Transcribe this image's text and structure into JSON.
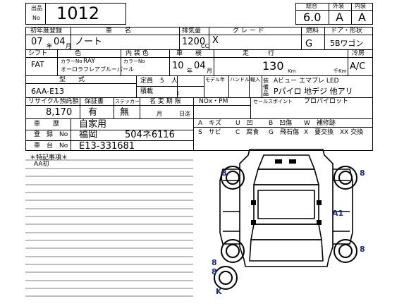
{
  "lot": {
    "label_top": "出品",
    "label_bottom": "No",
    "number": "1012"
  },
  "score": {
    "total_label": "総合",
    "total": "6.0",
    "ext_label": "外装",
    "ext": "A",
    "int_label": "内装",
    "int": "A"
  },
  "reg": {
    "label": "初年度登録",
    "year": "07",
    "month": "04",
    "year_unit": "年",
    "month_unit": "月"
  },
  "car_name": {
    "label": "車　　名",
    "value": "ノート"
  },
  "displacement": {
    "label": "排気量",
    "value": "1200",
    "unit": "CC"
  },
  "grade": {
    "label": "グ レ ー ド",
    "value": "X"
  },
  "fuel": {
    "label": "燃料",
    "value": "G"
  },
  "door_shape": {
    "label": "ドア・形状",
    "value": "5Bワゴン"
  },
  "shift": {
    "label": "シフト",
    "value": "FAT"
  },
  "color": {
    "label": "色",
    "no_label": "カラーNo",
    "no_value": "RAY",
    "name": "オーロラフレアブルーパール"
  },
  "interior_color": {
    "label": "内 装 色",
    "no_label": "カラーNo"
  },
  "inspection": {
    "label": "車　　検",
    "year": "10",
    "month": "04",
    "year_unit": "年",
    "month_unit": "月"
  },
  "mileage": {
    "label": "走　　　行",
    "value": "130",
    "unit1": "Km",
    "unit2": "千Km"
  },
  "ac": {
    "label": "冷房",
    "value": "A/C"
  },
  "model": {
    "label": "型　　式",
    "value": "6AA-E13"
  },
  "capacity": {
    "label": "定員",
    "value": "5",
    "unit": "人",
    "load_label": "積載",
    "load_unit": "t"
  },
  "model_year": {
    "label": "モデル年"
  },
  "handle": {
    "label": "ハンドル"
  },
  "import": {
    "label": "輸入"
  },
  "equipment": {
    "label": "装備品",
    "line1": "Aビュー エマブレ LED",
    "line2": "Pパイロ 地デジ 他アリ"
  },
  "recycle": {
    "label": "リサイクル預託額",
    "value": "8,170"
  },
  "warranty": {
    "label": "保証書",
    "value": "有"
  },
  "sticker": {
    "label": "ステッカー",
    "value": "無"
  },
  "name_change": {
    "label": "名 変 期 限",
    "month_unit": "月",
    "day_unit": "日迄"
  },
  "nox": {
    "label": "NOx・PM"
  },
  "sales_point": {
    "label": "セールスポイント",
    "value": "プロパイロット"
  },
  "history": {
    "label": "車　　歴",
    "value": "自家用"
  },
  "plate": {
    "label": "登　録　No",
    "value": "福岡　　　504ネ6116"
  },
  "chassis": {
    "label": "車　台　No",
    "value": "E13-331681"
  },
  "legend": [
    [
      "A　キズ",
      "U　凹",
      "B　凹傷",
      "W　補修跡"
    ],
    [
      "S　サビ",
      "C　腐食",
      "G　飛石傷",
      "X　要交換",
      "XX 交換"
    ]
  ],
  "notes": {
    "label": "＊特記事項＊",
    "line1": "AA初"
  },
  "diagram": {
    "mark_fl": "8",
    "mark_fr": "8",
    "mark_a1": "A1",
    "mark_rr": "8",
    "mark_rl": "8",
    "mark_spare": "8",
    "mark_k": "K"
  }
}
